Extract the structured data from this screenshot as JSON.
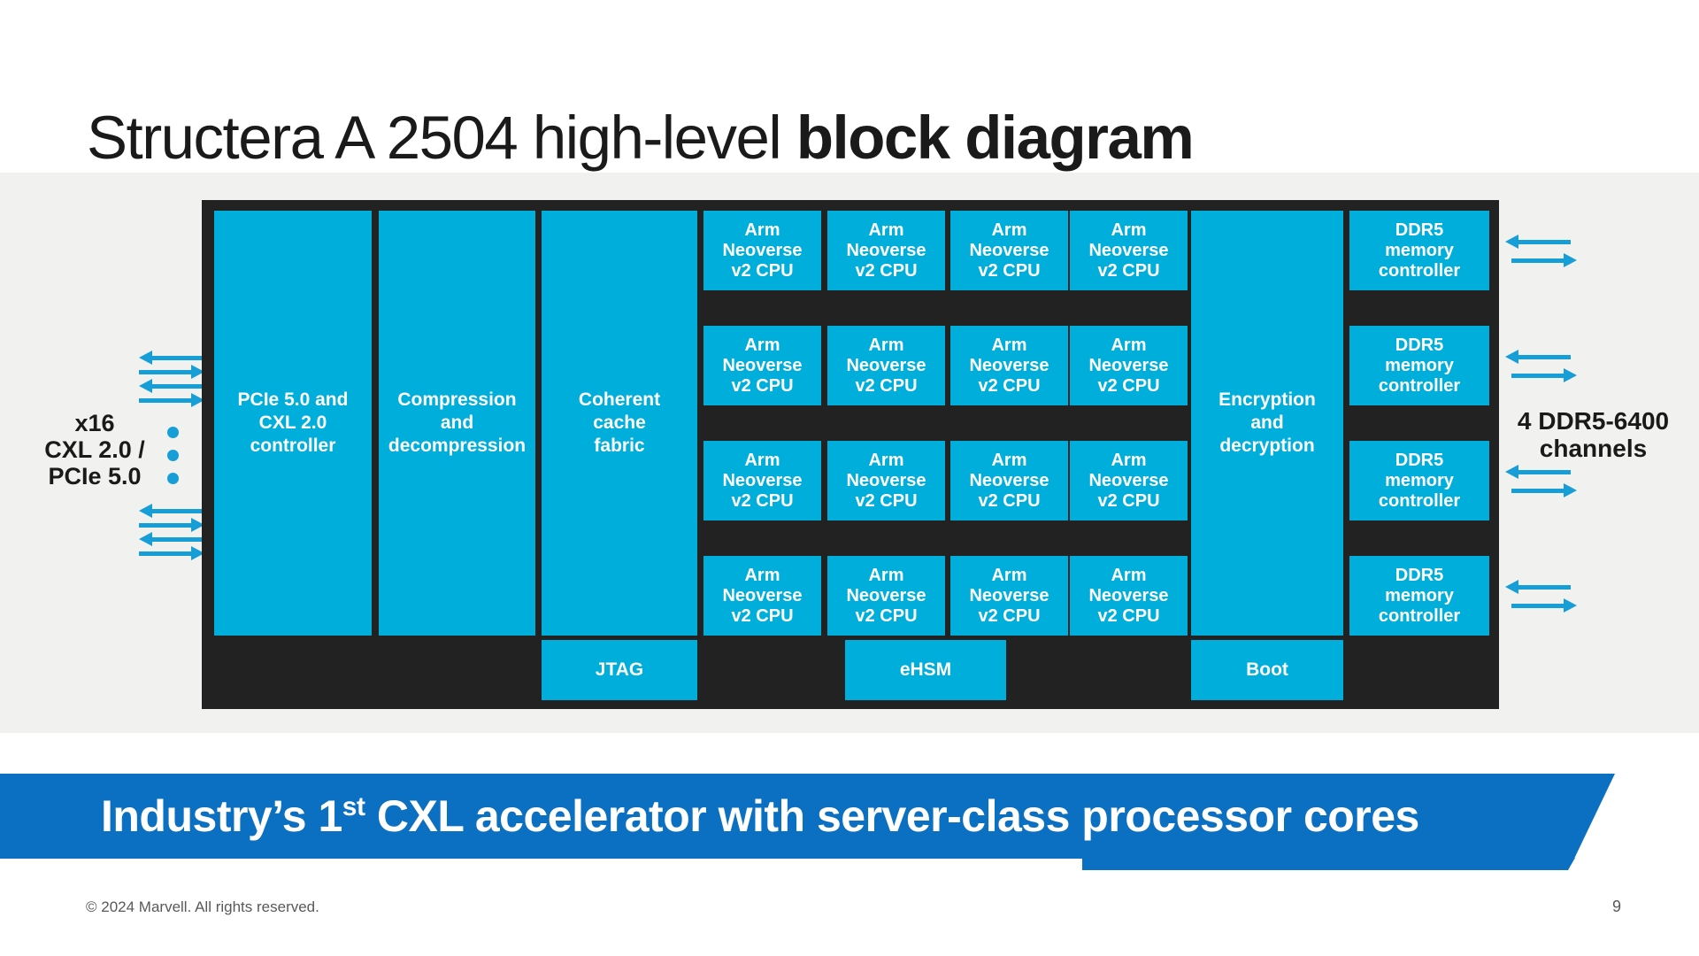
{
  "title": {
    "regular": "Structera A 2504 high-level ",
    "bold": "block diagram"
  },
  "diagram": {
    "blocks": {
      "pcie": "PCIe 5.0 and\nCXL 2.0\ncontroller",
      "compression": "Compression\nand\ndecompression",
      "coherent": "Coherent\ncache\nfabric",
      "cpu": "Arm\nNeoverse\nv2 CPU",
      "encryption": "Encryption\nand\ndecryption",
      "ddr5": "DDR5\nmemory\ncontroller",
      "jtag": "JTAG",
      "ehsm": "eHSM",
      "boot": "Boot"
    },
    "cpu_core_count": 16,
    "ddr5_controller_count": 4
  },
  "left_io": {
    "label": "x16\nCXL 2.0 /\nPCIe 5.0"
  },
  "right_io": {
    "label": "4 DDR5-6400\nchannels"
  },
  "banner": {
    "prefix": "Industry’s 1",
    "superscript": "st",
    "suffix": " CXL accelerator with server-class processor cores"
  },
  "footer": {
    "copyright": "© 2024 Marvell. All rights reserved.",
    "page_number": "9"
  },
  "colors": {
    "block_cyan": "#00aedc",
    "arrow_cyan": "#189ed6",
    "chip_black": "#222222",
    "band_gray": "#f1f1ef",
    "banner_blue": "#0c70c2",
    "title_black": "#1a1a1a",
    "footer_gray": "#58595b"
  }
}
